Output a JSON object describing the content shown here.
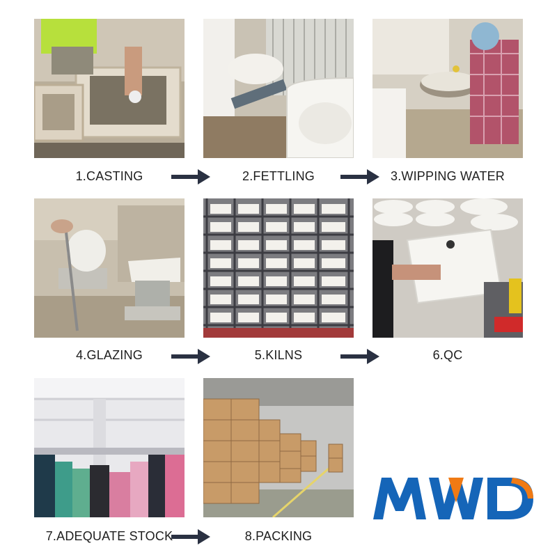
{
  "steps": [
    {
      "label": "1.CASTING",
      "photo": "casting-photo"
    },
    {
      "label": "2.FETTLING",
      "photo": "fettling-photo"
    },
    {
      "label": "3.WIPPING WATER",
      "photo": "wiping-water-photo"
    },
    {
      "label": "4.GLAZING",
      "photo": "glazing-photo"
    },
    {
      "label": "5.KILNS",
      "photo": "kilns-photo"
    },
    {
      "label": "6.QC",
      "photo": "qc-photo"
    },
    {
      "label": "7.ADEQUATE STOCK",
      "photo": "stock-photo"
    },
    {
      "label": "8.PACKING",
      "photo": "packing-photo"
    }
  ],
  "arrow_icon": "right-arrow-icon",
  "logo": {
    "text": "MWD",
    "colors": {
      "primary": "#1565b8",
      "accent": "#f07a14"
    }
  },
  "colors": {
    "arrow": "#2a3142",
    "label": "#1e1e1e"
  }
}
